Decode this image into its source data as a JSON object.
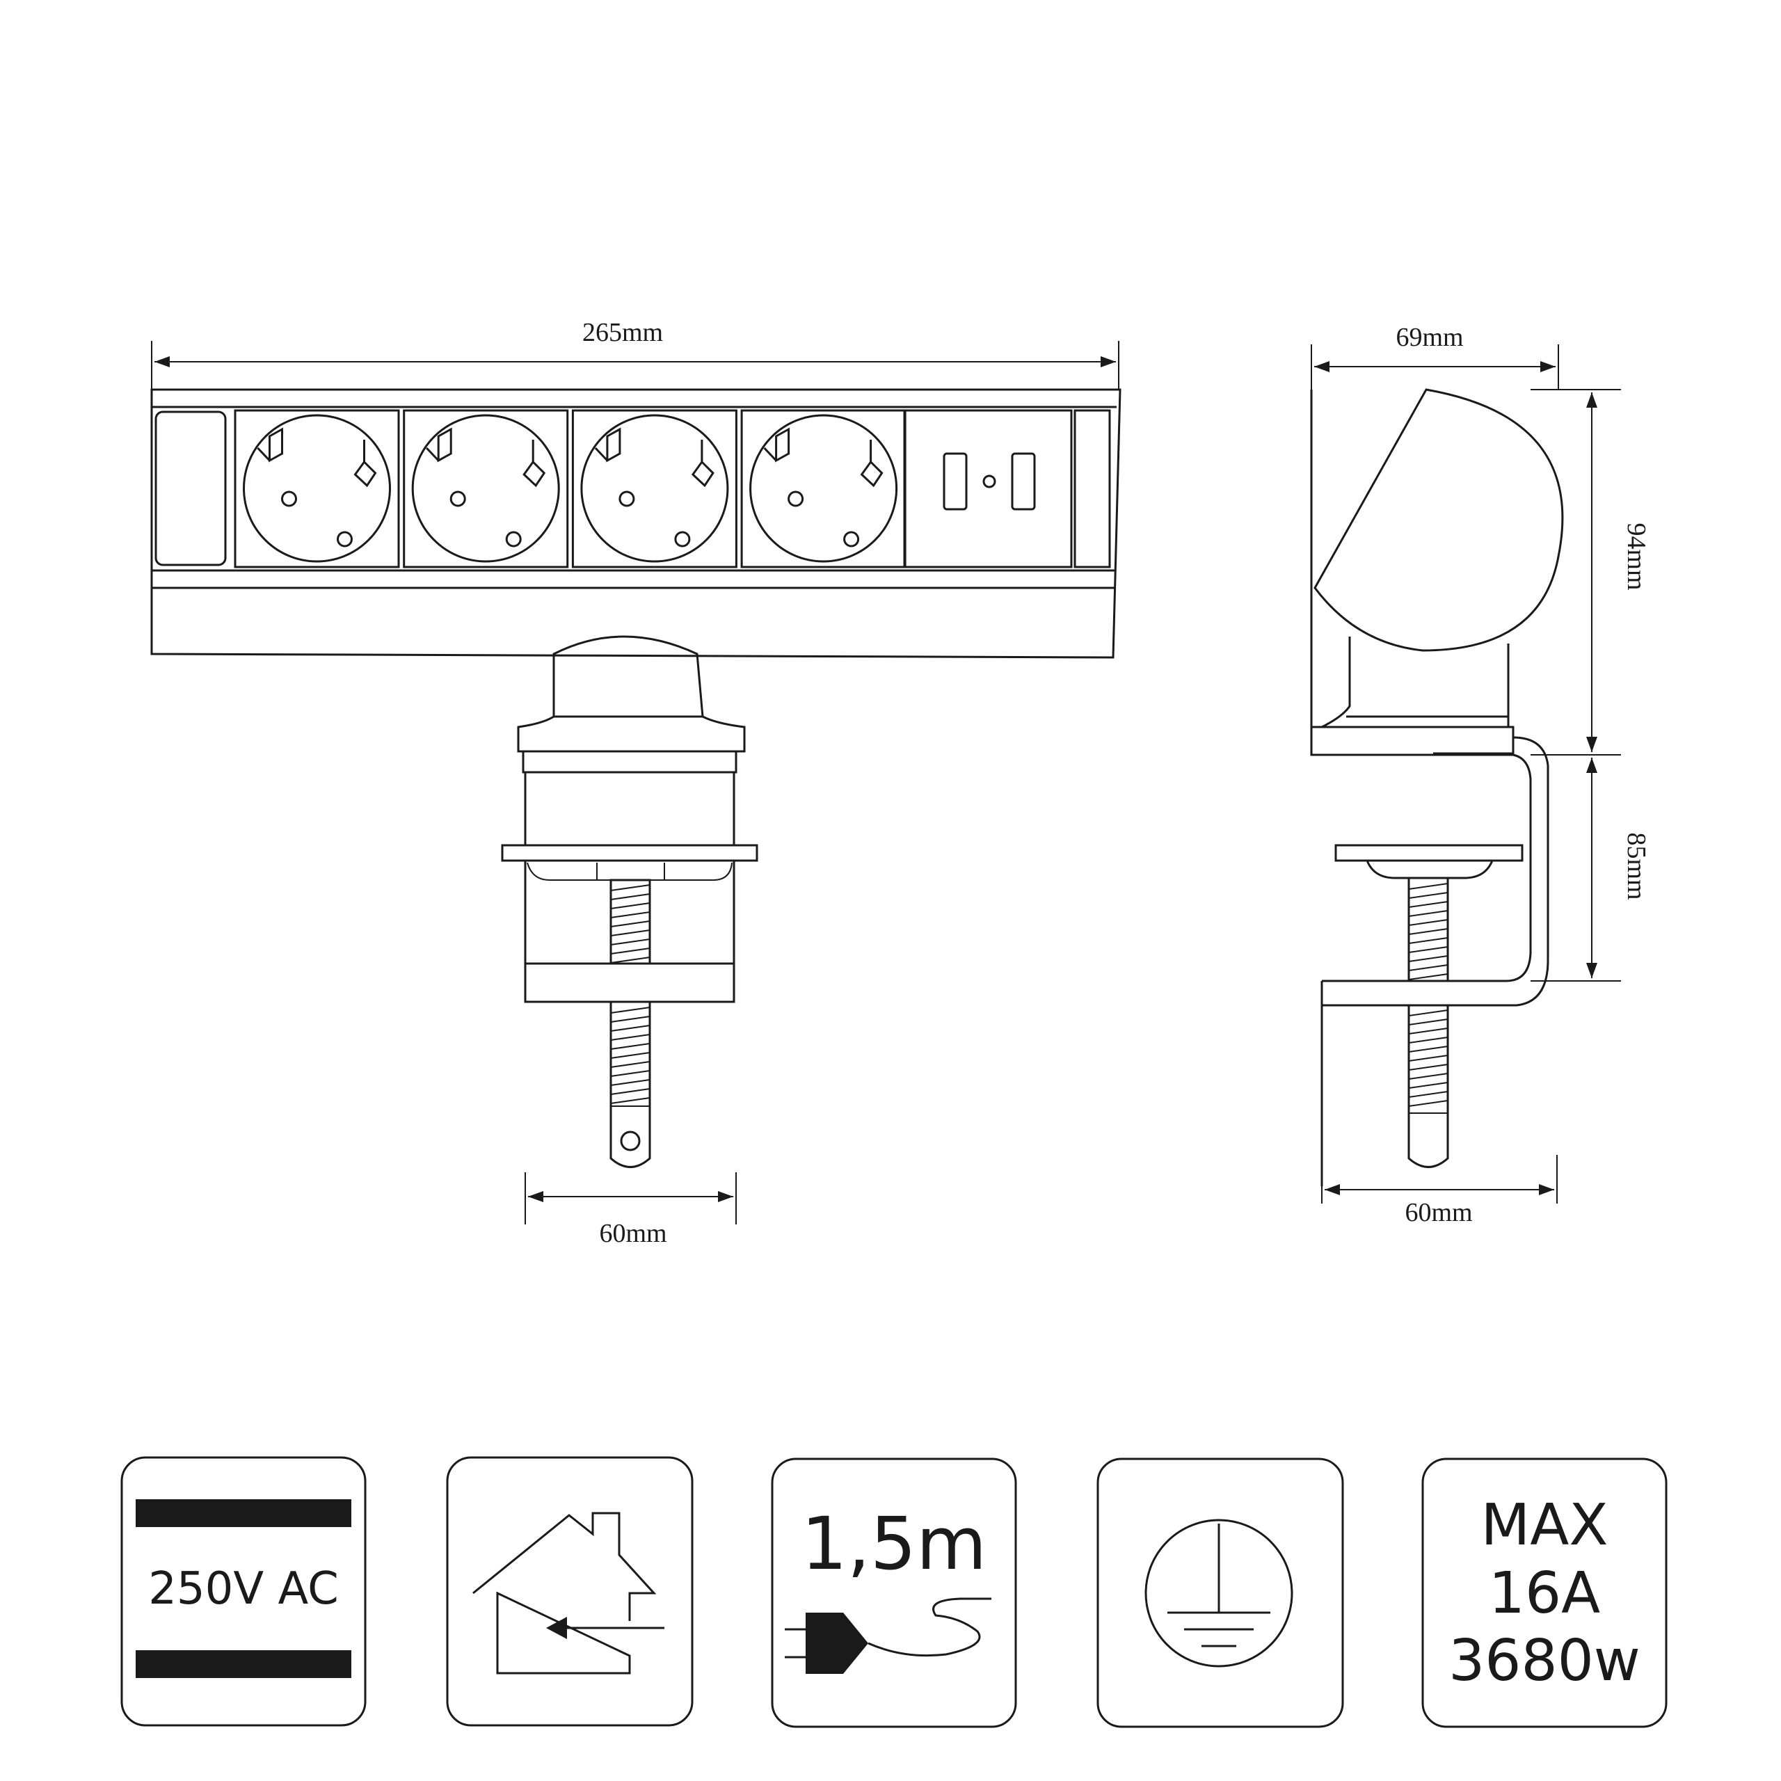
{
  "dimensions": {
    "front_width": "265mm",
    "front_clamp_width": "60mm",
    "side_depth": "69mm",
    "side_height": "94mm",
    "side_clamp_height": "85mm",
    "side_base_width": "60mm"
  },
  "front_view": {
    "socket_count": 4,
    "usb_port_count": 2
  },
  "badges": [
    {
      "id": "voltage",
      "label": "250V AC",
      "icon": "dc-bars-icon"
    },
    {
      "id": "indoor",
      "label": "",
      "icon": "indoor-use-house-icon"
    },
    {
      "id": "cable",
      "label": "1,5m",
      "icon": "plug-cable-icon"
    },
    {
      "id": "grounding",
      "label": "",
      "icon": "ground-earth-icon"
    },
    {
      "id": "max",
      "lines": [
        "MAX",
        "16A",
        "3680w"
      ],
      "icon": ""
    }
  ],
  "colors": {
    "line": "#1a1a1a",
    "background": "#ffffff"
  }
}
